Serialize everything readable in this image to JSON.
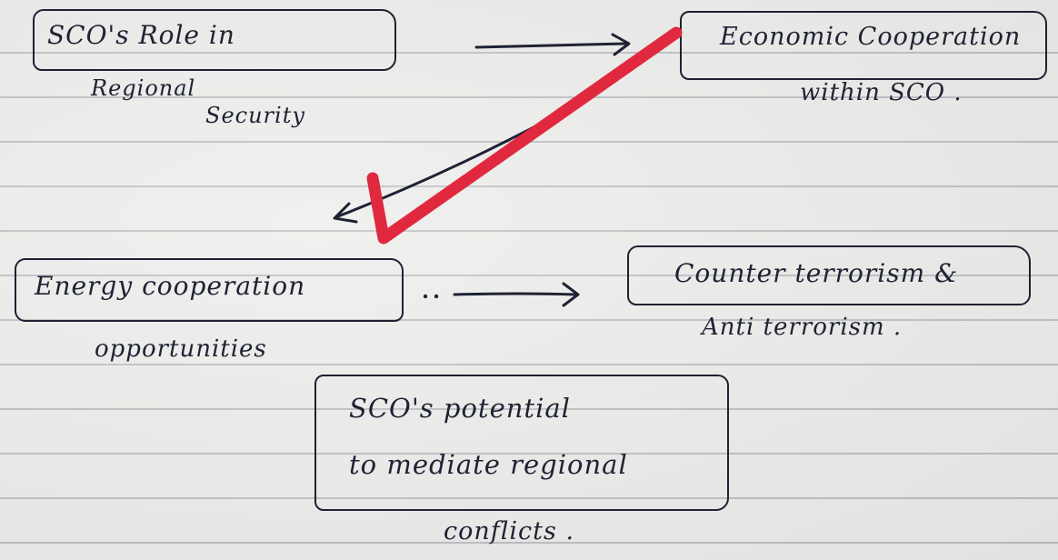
{
  "nodes": {
    "regional_security": {
      "line1": "SCO's Role in",
      "line2": "Regional",
      "line3": "Security"
    },
    "economic_cooperation": {
      "line1": "Economic Cooperation",
      "line2": "within SCO ."
    },
    "energy_cooperation": {
      "line1": "Energy cooperation",
      "line2": "opportunities"
    },
    "counter_terrorism": {
      "line1": "Counter terrorism &",
      "line2": "Anti terrorism ."
    },
    "mediation": {
      "line1": "SCO's potential",
      "line2": "to mediate regional",
      "line3": "conflicts ."
    }
  },
  "colors": {
    "ink": "#1e2233",
    "checkmark": "#e0293f",
    "paper": "#ebebe9",
    "rule_line": "#b9bcbf"
  }
}
